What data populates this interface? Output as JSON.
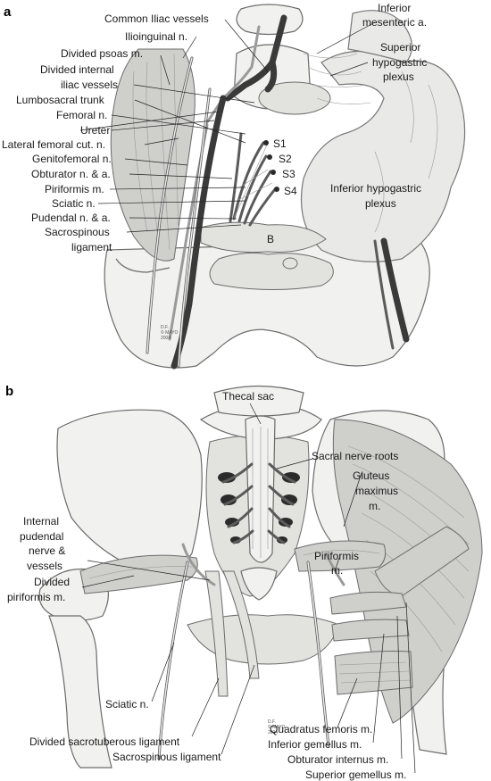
{
  "panel_a": {
    "letter": "a",
    "labels": {
      "common_iliac": "Common Iliac vessels",
      "inferior_mesenteric": "Inferior",
      "inferior_mesenteric_2": "mesenteric a.",
      "ilioinguinal": "Ilioinguinal n.",
      "superior_hypogastric": "Superior",
      "superior_hypogastric_2": "hypogastric",
      "superior_hypogastric_3": "plexus",
      "divided_psoas": "Divided psoas m.",
      "divided_internal": "Divided internal",
      "divided_internal_2": "iliac vessels",
      "lumbosacral": "Lumbosacral trunk",
      "femoral": "Femoral n.",
      "ureter": "Ureter",
      "lateral_femoral": "Lateral femoral cut. n.",
      "genitofemoral": "Genitofemoral n.",
      "obturator": "Obturator n. & a.",
      "piriformis": "Piriformis m.",
      "sciatic": "Sciatic n.",
      "pudendal": "Pudendal n. & a.",
      "sacrospinous": "Sacrospinous",
      "sacrospinous_2": "ligament",
      "s1": "S1",
      "s2": "S2",
      "s3": "S3",
      "s4": "S4",
      "inferior_hypogastric": "Inferior hypogastric",
      "inferior_hypogastric_2": "plexus",
      "bladder": "B"
    },
    "signature": [
      "D.F.",
      "© MAYO",
      "2004"
    ]
  },
  "panel_b": {
    "letter": "b",
    "labels": {
      "thecal_sac": "Thecal sac",
      "sacral_nerve_roots": "Sacral nerve roots",
      "gluteus": "Gluteus",
      "gluteus_2": "maximus",
      "gluteus_3": "m.",
      "internal_pudendal": "Internal",
      "internal_pudendal_2": "pudendal",
      "internal_pudendal_3": "nerve &",
      "internal_pudendal_4": "vessels",
      "divided_piriformis": "Divided",
      "divided_piriformis_2": "piriformis m.",
      "piriformis": "Piriformis",
      "piriformis_2": "m.",
      "sciatic": "Sciatic n.",
      "divided_sacrotuberous": "Divided sacrotuberous ligament",
      "sacrospinous": "Sacrospinous ligament",
      "quadratus": "Quadratus femoris m.",
      "inferior_gemellus": "Inferior gemellus m.",
      "obturator_internus": "Obturator internus m.",
      "superior_gemellus": "Superior gemellus m."
    },
    "signature": [
      "D.F.",
      "© MAYO",
      "2004"
    ]
  },
  "colors": {
    "line": "#222222",
    "bone": "#f1f1ef",
    "muscle": "#cfcfcc",
    "vessel": "#3a3a3a"
  }
}
